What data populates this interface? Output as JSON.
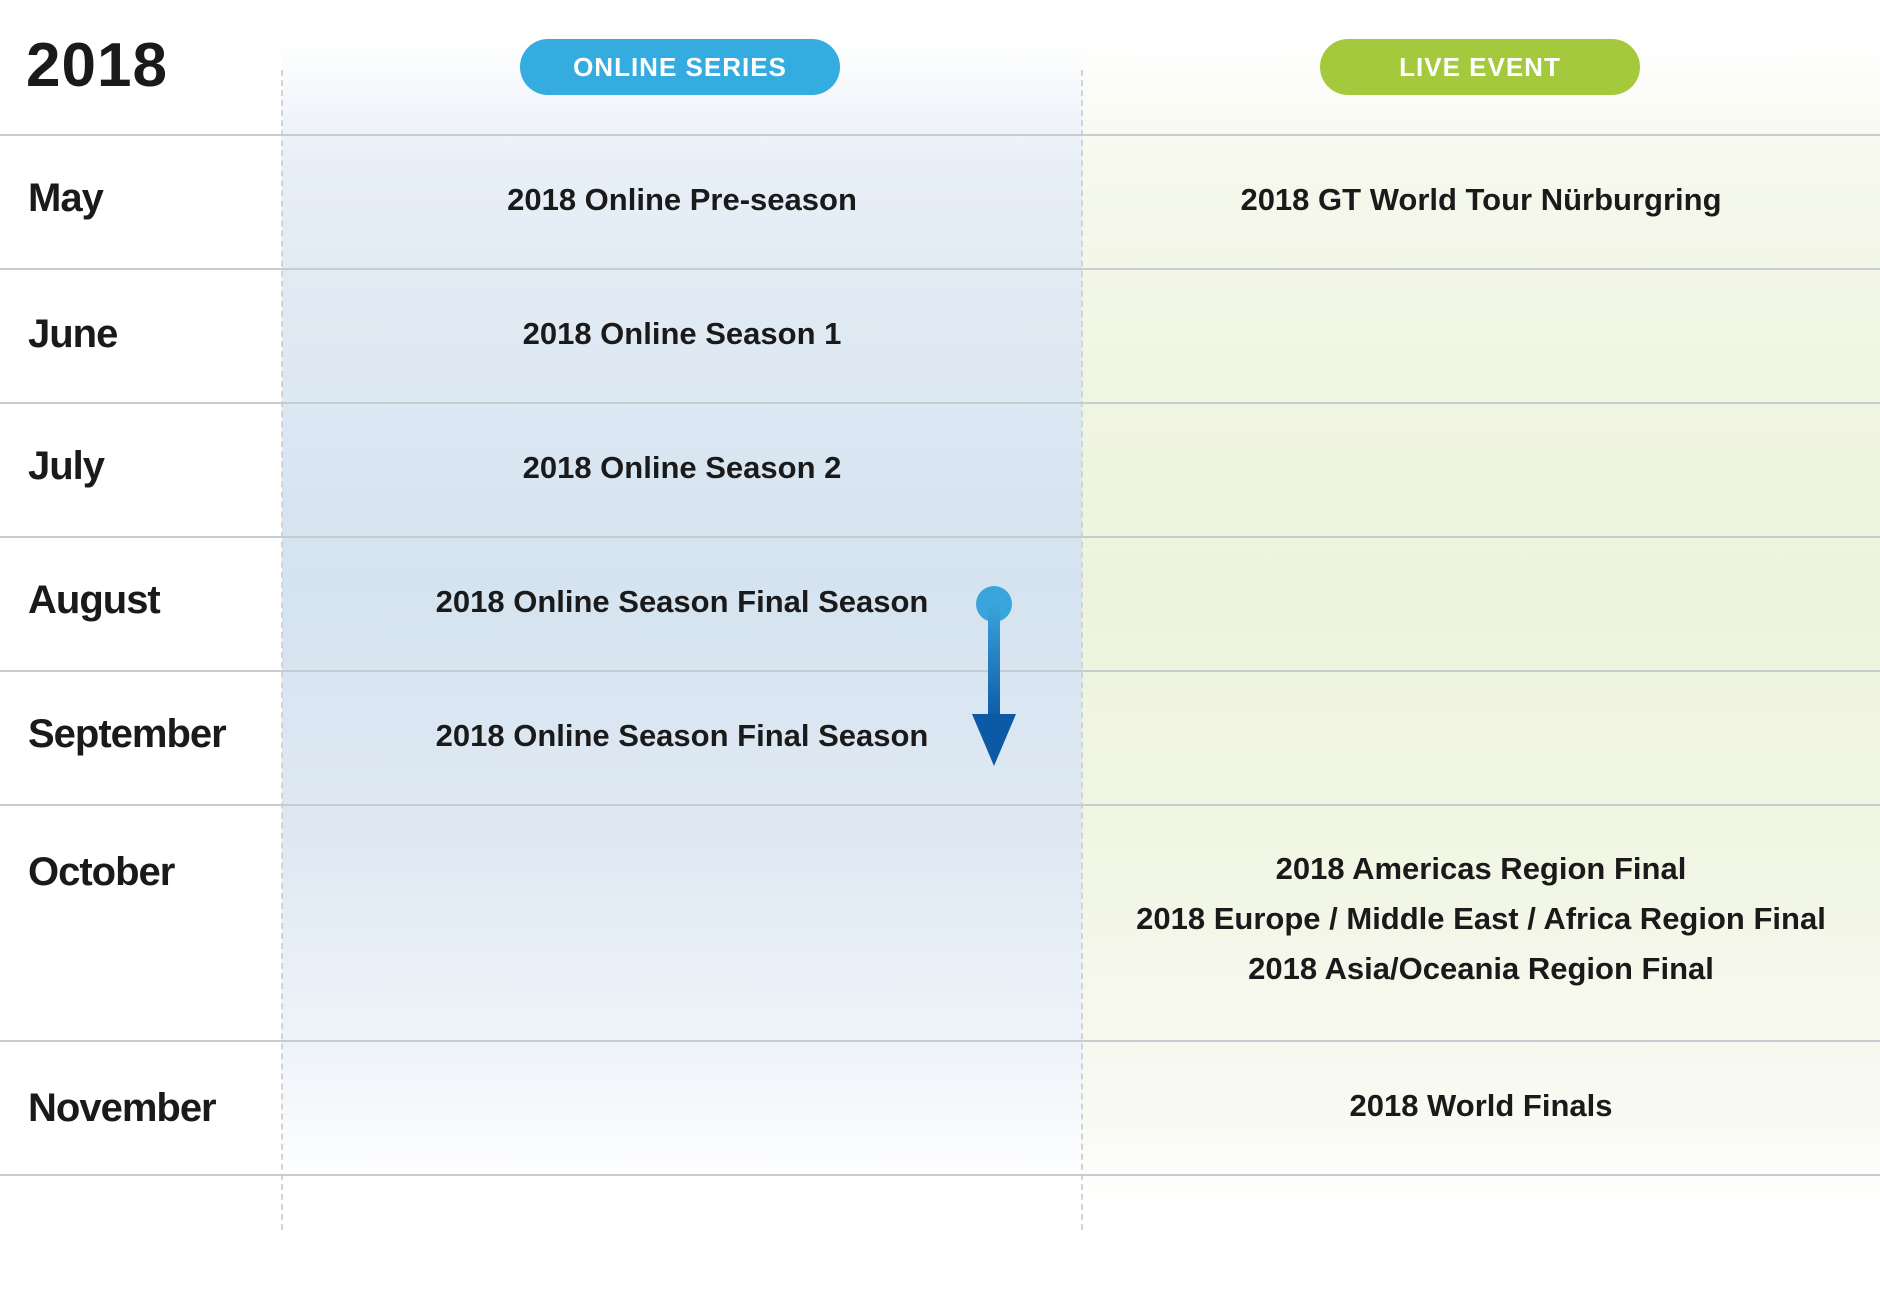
{
  "year": "2018",
  "columns": {
    "online": {
      "label": "ONLINE SERIES",
      "color": "#34ace0"
    },
    "live": {
      "label": "LIVE EVENT",
      "color": "#a4c93d"
    }
  },
  "rows": [
    {
      "month": "May",
      "online": [
        "2018 Online Pre-season"
      ],
      "live": [
        "2018 GT World Tour Nürburgring"
      ]
    },
    {
      "month": "June",
      "online": [
        "2018 Online Season 1"
      ],
      "live": []
    },
    {
      "month": "July",
      "online": [
        "2018 Online Season 2"
      ],
      "live": []
    },
    {
      "month": "August",
      "online": [
        "2018 Online Season Final Season"
      ],
      "live": []
    },
    {
      "month": "September",
      "online": [
        "2018 Online Season Final Season"
      ],
      "live": []
    },
    {
      "month": "October",
      "online": [],
      "live": [
        "2018 Americas Region Final",
        "2018 Europe / Middle East / Africa Region Final",
        "2018 Asia/Oceania Region Final"
      ]
    },
    {
      "month": "November",
      "online": [],
      "live": [
        "2018 World Finals"
      ]
    }
  ],
  "arrow_colors": {
    "start": "#3aa4dc",
    "end": "#0c5aa6"
  }
}
